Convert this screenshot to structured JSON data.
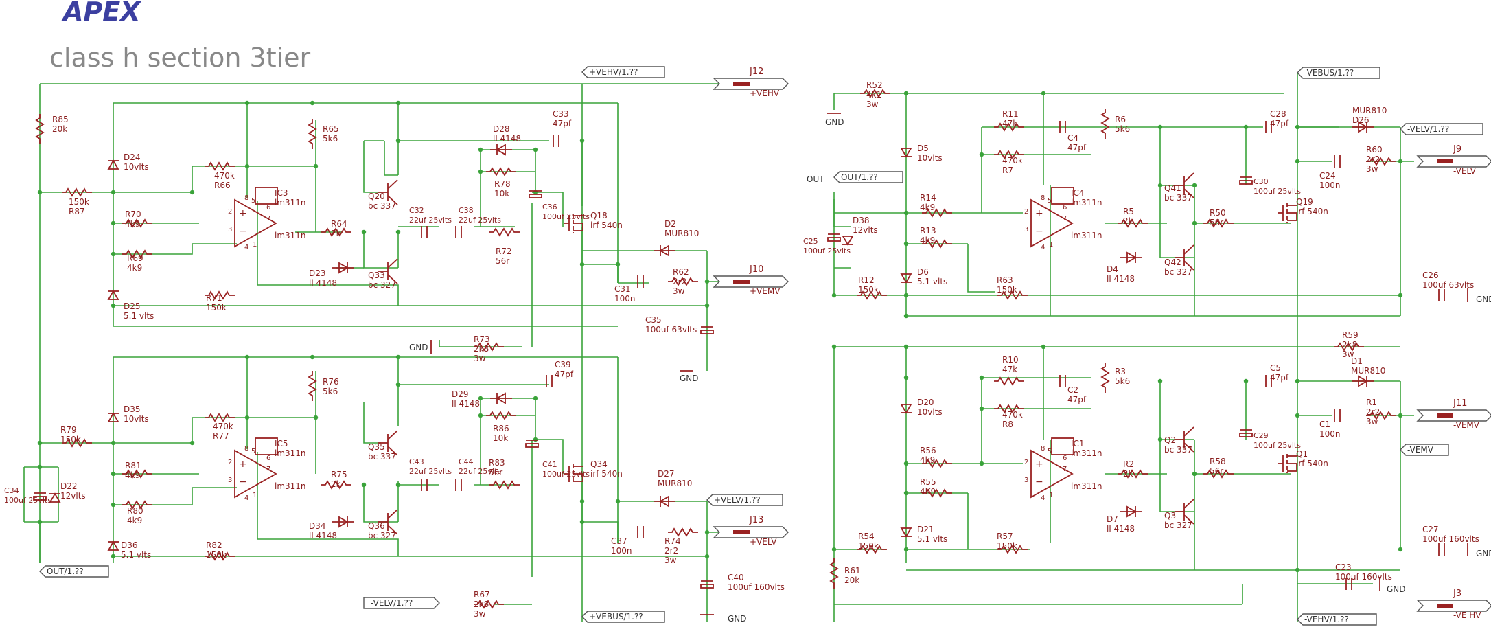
{
  "logo": "APEX",
  "title": "class h section 3tier",
  "colors": {
    "wire": "#3aa33a",
    "part": "#9a2222",
    "logo": "#3b3fa0",
    "title": "#888888"
  },
  "ports": {
    "vehv_top": "+VEHV/1.??",
    "out_left": "OUT/1.??",
    "velv_bottom_left": "-VELV/1.??",
    "vebus_bottom": "+VEBUS/1.??",
    "velv_plus": "+VELV/1.??",
    "vebus_top_right": "-VEBUS/1.??",
    "out_right": "OUT/1.??",
    "velv_minus": "-VELV/1.??",
    "vemv_minus": "-VEMV",
    "vehv_bottom_right": "-VEHV/1.??"
  },
  "connectors": [
    {
      "ref": "J12",
      "net": "+VEHV"
    },
    {
      "ref": "J10",
      "net": "+VEMV"
    },
    {
      "ref": "J13",
      "net": "+VELV"
    },
    {
      "ref": "J9",
      "net": "-VELV"
    },
    {
      "ref": "J11",
      "net": "-VEMV"
    },
    {
      "ref": "J3",
      "net": "-VE HV"
    }
  ],
  "gnd": "GND",
  "out_label": "OUT",
  "parts": {
    "R85": [
      "R85",
      "20k"
    ],
    "R87": [
      "150k",
      "R87"
    ],
    "D24": [
      "D24",
      "10vlts"
    ],
    "R66": [
      "470k",
      "R66"
    ],
    "R70": [
      "R70",
      "4k9"
    ],
    "R69": [
      "R69",
      "4k9"
    ],
    "IC3": [
      "IC3",
      "lm311n"
    ],
    "R65": [
      "R65",
      "5k6"
    ],
    "R64": [
      "R64",
      "2k"
    ],
    "D23": [
      "D23",
      "ll 4148"
    ],
    "Q20": [
      "Q20",
      "bc 337"
    ],
    "Q33": [
      "Q33",
      "bc 327"
    ],
    "C32": [
      "C32",
      "22uf 25vlts"
    ],
    "C38": [
      "C38",
      "22uf 25vlts"
    ],
    "D28": [
      "D28",
      "ll 4148"
    ],
    "R78": [
      "R78",
      "10k"
    ],
    "R72": [
      "R72",
      "56r"
    ],
    "C33": [
      "C33",
      "47pf"
    ],
    "C36": [
      "C36",
      "100uf 25vlts"
    ],
    "Q18": [
      "Q18",
      "irf 540n"
    ],
    "D2": [
      "D2",
      "MUR810"
    ],
    "C31": [
      "C31",
      "100n"
    ],
    "R62": [
      "R62",
      "2r2",
      "3w"
    ],
    "D25": [
      "D25",
      "5.1 vlts"
    ],
    "R71": [
      "R71",
      "150k"
    ],
    "R73": [
      "R73",
      "2k8",
      "3w"
    ],
    "C35": [
      "C35",
      "100uf 63vlts"
    ],
    "R76": [
      "R76",
      "5k6"
    ],
    "D35": [
      "D35",
      "10vlts"
    ],
    "R79": [
      "R79",
      "150k"
    ],
    "R77": [
      "470k",
      "R77"
    ],
    "R81": [
      "R81",
      "4k9"
    ],
    "R80": [
      "R80",
      "4k9"
    ],
    "IC5": [
      "IC5",
      "lm311n"
    ],
    "R75": [
      "R75",
      "2k"
    ],
    "D34": [
      "D34",
      "ll 4148"
    ],
    "Q35": [
      "Q35",
      "bc 337"
    ],
    "Q36": [
      "Q36",
      "bc 327"
    ],
    "C43": [
      "C43",
      "22uf 25vlts"
    ],
    "C44": [
      "C44",
      "22uf 25vlts"
    ],
    "D29": [
      "D29",
      "ll 4148"
    ],
    "R86": [
      "R86",
      "10k"
    ],
    "R83": [
      "R83",
      "56r"
    ],
    "C39": [
      "C39",
      "47pf"
    ],
    "C41": [
      "C41",
      "100uf 25vlts"
    ],
    "Q34": [
      "Q34",
      "irf 540n"
    ],
    "D27": [
      "D27",
      "MUR810"
    ],
    "C37": [
      "C37",
      "100n"
    ],
    "R74": [
      "R74",
      "2r2",
      "3w"
    ],
    "C34": [
      "C34",
      "100uf 25vlts"
    ],
    "D22": [
      "D22",
      "12vlts"
    ],
    "D36": [
      "D36",
      "5.1 vlts"
    ],
    "R82": [
      "R82",
      "150k"
    ],
    "R67": [
      "R67",
      "2k8",
      "3w"
    ],
    "C40": [
      "C40",
      "100uf 160vlts"
    ],
    "R52": [
      "R52",
      "4k1",
      "3w"
    ],
    "D5": [
      "D5",
      "10vlts"
    ],
    "R11": [
      "R11",
      "47k"
    ],
    "C4": [
      "C4",
      "47pf"
    ],
    "R7": [
      "470k",
      "R7"
    ],
    "R6": [
      "R6",
      "5k6"
    ],
    "R14": [
      "R14",
      "4k9"
    ],
    "R13": [
      "R13",
      "4k9"
    ],
    "IC4": [
      "IC4",
      "lm311n"
    ],
    "R5": [
      "R5",
      "2k"
    ],
    "D4": [
      "D4",
      "ll 4148"
    ],
    "Q41": [
      "Q41",
      "bc 337"
    ],
    "Q42": [
      "Q42",
      "bc 327"
    ],
    "R50": [
      "R50",
      "56r"
    ],
    "C30": [
      "C30",
      "100uf 25vlts"
    ],
    "C28": [
      "C28",
      "47pf"
    ],
    "Q19": [
      "Q19",
      "irf 540n"
    ],
    "D26": [
      "MUR810",
      "D26"
    ],
    "C24": [
      "C24",
      "100n"
    ],
    "R60": [
      "R60",
      "2r2",
      "3w"
    ],
    "C25": [
      "C25",
      "100uf 25vlts"
    ],
    "D38": [
      "D38",
      "12vlts"
    ],
    "R12": [
      "R12",
      "150k"
    ],
    "D6": [
      "D6",
      "5.1 vlts"
    ],
    "R63": [
      "R63",
      "150k"
    ],
    "C26": [
      "C26",
      "100uf 63vlts"
    ],
    "R59": [
      "R59",
      "2k8",
      "3w"
    ],
    "R10": [
      "R10",
      "47k"
    ],
    "C2": [
      "C2",
      "47pf"
    ],
    "R8": [
      "470k",
      "R8"
    ],
    "R3": [
      "R3",
      "5k6"
    ],
    "D20": [
      "D20",
      "10vlts"
    ],
    "R56": [
      "R56",
      "4k9"
    ],
    "R55": [
      "R55",
      "4K9"
    ],
    "IC1": [
      "IC1",
      "lm311n"
    ],
    "R2": [
      "R2",
      "2k"
    ],
    "D7": [
      "D7",
      "ll 4148"
    ],
    "Q2": [
      "Q2",
      "bc 337"
    ],
    "Q3": [
      "Q3",
      "bc 327"
    ],
    "R58": [
      "R58",
      "56r"
    ],
    "C29": [
      "C29",
      "100uf 25vlts"
    ],
    "C5": [
      "C5",
      "47pf"
    ],
    "Q1": [
      "Q1",
      "irf 540n"
    ],
    "D1": [
      "D1",
      "MUR810"
    ],
    "C1": [
      "C1",
      "100n"
    ],
    "R1": [
      "R1",
      "2r2",
      "3w"
    ],
    "R54": [
      "R54",
      "150k"
    ],
    "D21": [
      "D21",
      "5.1 vlts"
    ],
    "R57": [
      "R57",
      "150k"
    ],
    "C27": [
      "C27",
      "100uf 160vlts"
    ],
    "R61": [
      "R61",
      "20k"
    ],
    "C23": [
      "C23",
      "100uf 160vlts"
    ]
  }
}
